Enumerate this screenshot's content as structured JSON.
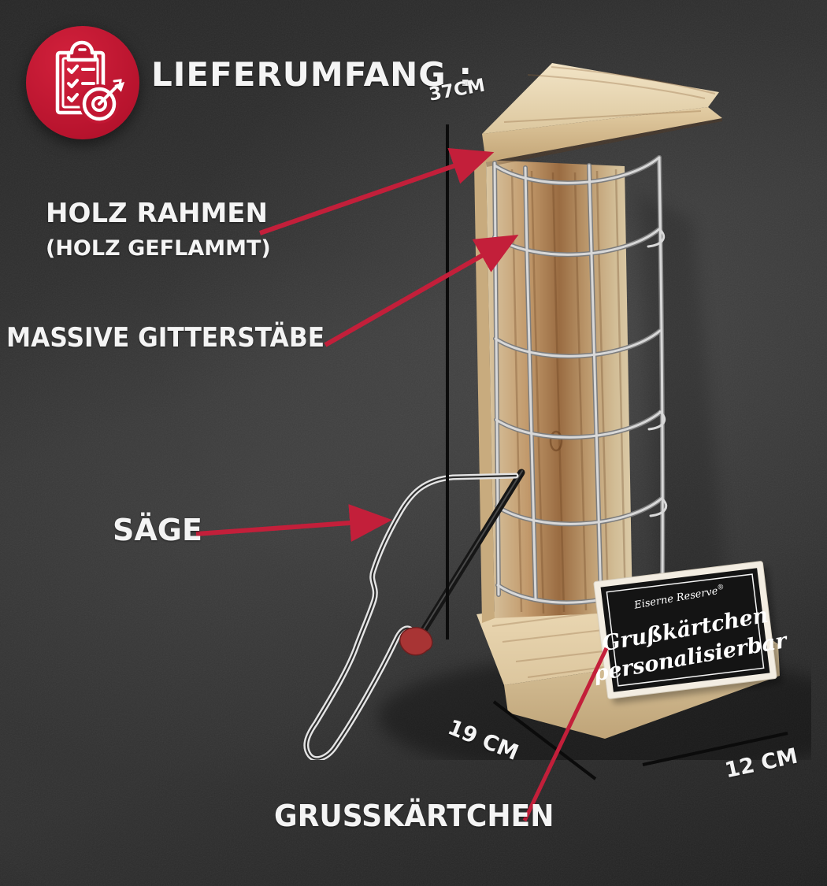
{
  "header": {
    "title": "LIEFERUMFANG :",
    "icon": "clipboard-checklist-target-icon"
  },
  "dimensions": {
    "height": "37CM",
    "depth": "19 CM",
    "width": "12 CM"
  },
  "labels": {
    "frame_line1": "HOLZ RAHMEN",
    "frame_line2": "(HOLZ GEFLAMMT)",
    "bars": "MASSIVE GITTERSTÄBE",
    "saw": "SÄGE",
    "card": "GRUSSKÄRTCHEN"
  },
  "product_card": {
    "brand": "Eiserne Reserve",
    "registered": "®",
    "line1": "Grußkärtchen",
    "line2": "personalisierbar"
  },
  "colors": {
    "accent_red": "#c31f3a",
    "background": "#343434",
    "text": "#f4f4f4",
    "wood_light": "#e9d8b4",
    "wood_burnt": "#9a6c42",
    "wire_silver": "#d4d4d4",
    "card_black": "#141414"
  }
}
